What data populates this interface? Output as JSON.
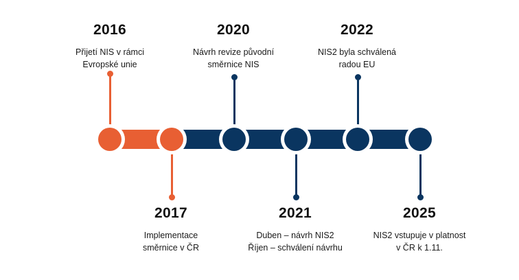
{
  "theme": {
    "orange": "#e85f33",
    "navy": "#0a3560",
    "background": "#ffffff",
    "text": "#111111"
  },
  "timeline": {
    "events": [
      {
        "year": "2016",
        "description": "Přijetí NIS v rámci\nEvropské unie",
        "color": "orange",
        "side": "top"
      },
      {
        "year": "2017",
        "description": "Implementace\nsměrnice v ČR",
        "color": "orange",
        "side": "bottom"
      },
      {
        "year": "2020",
        "description": "Návrh revize původní\nsměrnice NIS",
        "color": "navy",
        "side": "top"
      },
      {
        "year": "2021",
        "description": "Duben – návrh NIS2\nŘíjen – schválení návrhu",
        "color": "navy",
        "side": "bottom"
      },
      {
        "year": "2022",
        "description": "NIS2 byla schválená\nradou EU",
        "color": "navy",
        "side": "top"
      },
      {
        "year": "2025",
        "description": "NIS2 vstupuje v platnost\nv ČR  k 1.11.",
        "color": "navy",
        "side": "bottom"
      }
    ]
  }
}
